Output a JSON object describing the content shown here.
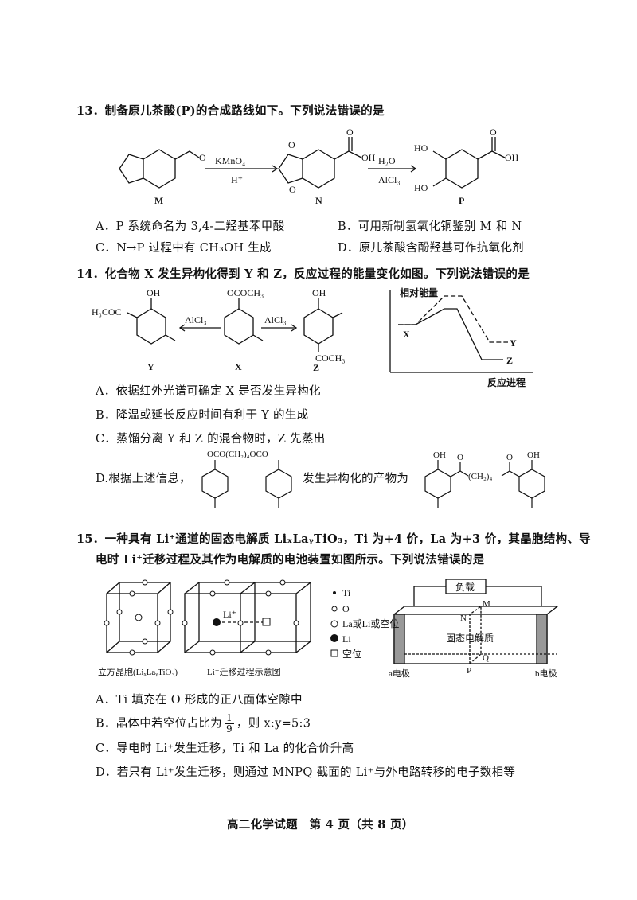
{
  "q13": {
    "stem": "13．制备原儿茶酸(P)的合成路线如下。下列说法错误的是",
    "reagent1_top": "KMnO₄",
    "reagent1_bottom": "H⁺",
    "reagent2_top": "H₂O",
    "reagent2_bottom": "AlCl₃",
    "labels": {
      "M": "M",
      "N": "N",
      "P": "P",
      "O": "O",
      "OH": "OH",
      "HO": "HO"
    },
    "options": {
      "A": "A．P 系统命名为 3,4-二羟基苯甲酸",
      "B": "B．可用新制氢氧化铜鉴别 M 和 N",
      "C": "C．N→P 过程中有 CH₃OH 生成",
      "D": "D．原儿茶酸含酚羟基可作抗氧化剂"
    }
  },
  "q14": {
    "stem": "14．化合物 X 发生异构化得到 Y 和 Z，反应过程的能量变化如图。下列说法错误的是",
    "reagent": "AlCl₃",
    "labels": {
      "Y": "Y",
      "X": "X",
      "Z": "Z",
      "H3COC": "H₃COC",
      "OH": "OH",
      "OCOCH3": "OCOCH₃",
      "COCH3": "COCH₃"
    },
    "energy_chart": {
      "ylabel": "相对能量",
      "xlabel": "反应进程",
      "X": "X",
      "Y": "Y",
      "Z": "Z"
    },
    "options": {
      "A": "A．依据红外光谱可确定 X 是否发生异构化",
      "B": "B．降温或延长反应时间有利于 Y 的生成",
      "C": "C．蒸馏分离 Y 和 Z 的混合物时，Z 先蒸出",
      "D_prefix": "D.根据上述信息，",
      "D_middle": "发生异构化的产物为",
      "D_reactant_chain": "OCO(CH₂)₄OCO",
      "D_product_chain": "(CH₂)₄",
      "D_OH": "OH"
    }
  },
  "q15": {
    "stem_line1": "15．一种具有 Li⁺通道的固态电解质 LiₓLaᵧTiO₃，Ti 为+4 价，La 为+3 价，其晶胞结构、导",
    "stem_line2": "电时 Li⁺迁移过程及其作为电解质的电池装置如图所示。下列说法错误的是",
    "fig1_caption": "立方晶胞(LiₓLaᵧTiO₃)",
    "fig2_caption": "Li⁺迁移过程示意图",
    "fig2_li": "Li⁺",
    "legend": [
      "Ti",
      "O",
      "La或Li或空位",
      "Li",
      "空位"
    ],
    "battery": {
      "load": "负载",
      "electrolyte": "固态电解质",
      "a": "a电极",
      "b": "b电极",
      "M": "M",
      "N": "N",
      "P": "P",
      "Q": "Q"
    },
    "options": {
      "A": "A．Ti 填充在 O 形成的正八面体空隙中",
      "B_prefix": "B．晶体中若空位占比为",
      "B_num": "1",
      "B_den": "9",
      "B_suffix": "，则 x:y=5:3",
      "C": "C．导电时 Li⁺发生迁移，Ti 和 La 的化合价升高",
      "D": "D．若只有 Li⁺发生迁移，则通过 MNPQ 截面的 Li⁺与外电路转移的电子数相等"
    }
  },
  "footer": "高二化学试题　第 4 页（共 8 页）"
}
